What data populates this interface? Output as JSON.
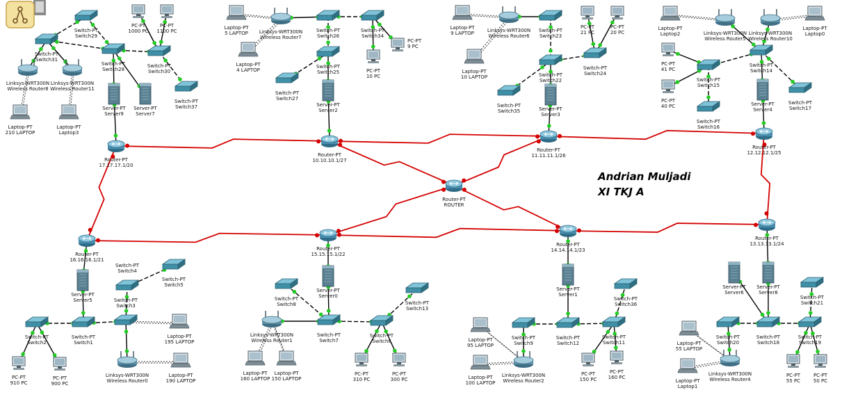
{
  "author": {
    "name": "Andrian Muljadi",
    "class": "XI TKJ A"
  },
  "nodes": [
    {
      "id": "s31",
      "type": "switch",
      "label": [
        "Switch-PT",
        "Switch31"
      ]
    },
    {
      "id": "s29",
      "type": "switch",
      "label": [
        "Switch-PT",
        "Switch29"
      ]
    },
    {
      "id": "s28",
      "type": "switch",
      "label": [
        "Switch-PT",
        "Switch28"
      ]
    },
    {
      "id": "s30",
      "type": "switch",
      "label": [
        "Switch-PT",
        "Switch30"
      ]
    },
    {
      "id": "s37",
      "type": "switch",
      "label": [
        "Switch-PT",
        "Switch37"
      ]
    },
    {
      "id": "pc1000",
      "type": "pc",
      "label": [
        "PC-PT",
        "1000 PC"
      ]
    },
    {
      "id": "pc1100",
      "type": "pc",
      "label": [
        "PC-PT",
        "1100 PC"
      ]
    },
    {
      "id": "wr8",
      "type": "wrouter",
      "label": [
        "Linksys-WRT300N",
        "Wireless Router8"
      ]
    },
    {
      "id": "wr11",
      "type": "wrouter",
      "label": [
        "Linksys-WRT300N",
        "Wireless Router11"
      ]
    },
    {
      "id": "lap210",
      "type": "laptop",
      "label": [
        "Laptop-PT",
        "210 LAPTOP"
      ]
    },
    {
      "id": "lap3",
      "type": "laptop",
      "label": [
        "Laptop-PT",
        "Laptop3"
      ]
    },
    {
      "id": "srv9",
      "type": "server",
      "label": [
        "Server-PT",
        "Server9"
      ]
    },
    {
      "id": "srv7",
      "type": "server",
      "label": [
        "Server-PT",
        "Server7"
      ]
    },
    {
      "id": "r17",
      "type": "router",
      "label": [
        "Router-PT",
        "17.17.17.1/20"
      ]
    },
    {
      "id": "lap5",
      "type": "laptop",
      "label": [
        "Laptop-PT",
        "5 LAPTOP"
      ]
    },
    {
      "id": "wr7",
      "type": "wrouter",
      "label": [
        "Linksys-WRT300N",
        "Wireless Router7"
      ]
    },
    {
      "id": "lap4",
      "type": "laptop",
      "label": [
        "Laptop-PT",
        "4 LAPTOP"
      ]
    },
    {
      "id": "s26",
      "type": "switch",
      "label": [
        "Switch-PT",
        "Switch26"
      ]
    },
    {
      "id": "s34",
      "type": "switch",
      "label": [
        "Switch-PT",
        "Switch34"
      ]
    },
    {
      "id": "s25",
      "type": "switch",
      "label": [
        "Switch-PT",
        "Switch25"
      ]
    },
    {
      "id": "s27",
      "type": "switch",
      "label": [
        "Switch-PT",
        "Switch27"
      ]
    },
    {
      "id": "pc9",
      "type": "pc",
      "label": [
        "PC-PT",
        "9 PC"
      ]
    },
    {
      "id": "pc10",
      "type": "pc",
      "label": [
        "PC-PT",
        "10 PC"
      ]
    },
    {
      "id": "srv2",
      "type": "server",
      "label": [
        "Server-PT",
        "Server2"
      ]
    },
    {
      "id": "r10",
      "type": "router",
      "label": [
        "Router-PT",
        "10.10.10.1/27"
      ]
    },
    {
      "id": "lap9",
      "type": "laptop",
      "label": [
        "Laptop-PT",
        "9 LAPTOP"
      ]
    },
    {
      "id": "wr6",
      "type": "wrouter",
      "label": [
        "Linksys-WRT300N",
        "Wireless Router6"
      ]
    },
    {
      "id": "lap10",
      "type": "laptop",
      "label": [
        "Laptop-PT",
        "10 LAPTOP"
      ]
    },
    {
      "id": "s23",
      "type": "switch",
      "label": [
        "Switch-PT",
        "Switch23"
      ]
    },
    {
      "id": "pc21",
      "type": "pc",
      "label": [
        "PC-PT",
        "21 PC"
      ]
    },
    {
      "id": "pc20",
      "type": "pc",
      "label": [
        "PC-PT",
        "20 PC"
      ]
    },
    {
      "id": "s22",
      "type": "switch",
      "label": [
        "Switch-PT",
        "Switch22"
      ]
    },
    {
      "id": "s24",
      "type": "switch",
      "label": [
        "Switch-PT",
        "Switch24"
      ]
    },
    {
      "id": "s35",
      "type": "switch",
      "label": [
        "Switch-PT",
        "Switch35"
      ]
    },
    {
      "id": "srv3",
      "type": "server",
      "label": [
        "Server-PT",
        "Server3"
      ]
    },
    {
      "id": "r11",
      "type": "router",
      "label": [
        "Router-PT",
        "11.11.11.1/26"
      ]
    },
    {
      "id": "lap2",
      "type": "laptop",
      "label": [
        "Laptop-PT",
        "Laptop2"
      ]
    },
    {
      "id": "wr5",
      "type": "wrouter",
      "label": [
        "Linksys-WRT300N",
        "Wireless Router5"
      ]
    },
    {
      "id": "wr10",
      "type": "wrouter",
      "label": [
        "Linksys-WRT300N",
        "Wireless Router10"
      ]
    },
    {
      "id": "lap0",
      "type": "laptop",
      "label": [
        "Laptop-PT",
        "Laptop0"
      ]
    },
    {
      "id": "pc41",
      "type": "pc",
      "label": [
        "PC-PT",
        "41 PC"
      ]
    },
    {
      "id": "pc40",
      "type": "pc",
      "label": [
        "PC-PT",
        "40 PC"
      ]
    },
    {
      "id": "s15",
      "type": "switch",
      "label": [
        "Switch-PT",
        "Switch15"
      ]
    },
    {
      "id": "s14",
      "type": "switch",
      "label": [
        "Switch-PT",
        "Switch14"
      ]
    },
    {
      "id": "s16",
      "type": "switch",
      "label": [
        "Switch-PT",
        "Switch16"
      ]
    },
    {
      "id": "s17",
      "type": "switch",
      "label": [
        "Switch-PT",
        "Switch17"
      ]
    },
    {
      "id": "srv4",
      "type": "server",
      "label": [
        "Server-PT",
        "Server4"
      ]
    },
    {
      "id": "r12",
      "type": "router",
      "label": [
        "Router-PT",
        "12.12.12.1/25"
      ]
    },
    {
      "id": "rc",
      "type": "router",
      "label": [
        "Router-PT",
        "ROUTER"
      ]
    },
    {
      "id": "r16",
      "type": "router",
      "label": [
        "Router-PT",
        "16.16.16.1/21"
      ]
    },
    {
      "id": "srv5",
      "type": "server",
      "label": [
        "Server-PT",
        "Server5"
      ]
    },
    {
      "id": "s4",
      "type": "switch",
      "label": [
        "Switch-PT",
        "Switch4"
      ]
    },
    {
      "id": "s5",
      "type": "switch",
      "label": [
        "Switch-PT",
        "Switch5"
      ]
    },
    {
      "id": "s2",
      "type": "switch",
      "label": [
        "Switch-PT",
        "Switch2"
      ]
    },
    {
      "id": "s1",
      "type": "switch",
      "label": [
        "Switch-PT",
        "Switch1"
      ]
    },
    {
      "id": "s3",
      "type": "switch",
      "label": [
        "Switch-PT",
        "Switch3"
      ]
    },
    {
      "id": "lap195",
      "type": "laptop",
      "label": [
        "Laptop-PT",
        "195 LAPTOP"
      ]
    },
    {
      "id": "pc910",
      "type": "pc",
      "label": [
        "PC-PT",
        "910 PC"
      ]
    },
    {
      "id": "pc900",
      "type": "pc",
      "label": [
        "PC-PT",
        "900 PC"
      ]
    },
    {
      "id": "wr0",
      "type": "wrouter",
      "label": [
        "Linksys-WRT300N",
        "Wireless Router0"
      ]
    },
    {
      "id": "lap190",
      "type": "laptop",
      "label": [
        "Laptop-PT",
        "190 LAPTOP"
      ]
    },
    {
      "id": "r15",
      "type": "router",
      "label": [
        "Router-PT",
        "15.15.15.1/22"
      ]
    },
    {
      "id": "srv0",
      "type": "server",
      "label": [
        "Server-PT",
        "Server0"
      ]
    },
    {
      "id": "s8",
      "type": "switch",
      "label": [
        "Switch-PT",
        "Switch8"
      ]
    },
    {
      "id": "s13",
      "type": "switch",
      "label": [
        "Switch-PT",
        "Switch13"
      ]
    },
    {
      "id": "wr1",
      "type": "wrouter",
      "label": [
        "Linksys-WRT300N",
        "Wireless Router1"
      ]
    },
    {
      "id": "s7",
      "type": "switch",
      "label": [
        "Switch-PT",
        "Switch7"
      ]
    },
    {
      "id": "s6",
      "type": "switch",
      "label": [
        "Switch-PT",
        "Switch6"
      ]
    },
    {
      "id": "lap160",
      "type": "laptop",
      "label": [
        "Laptop-PT",
        "160 LAPTOP"
      ]
    },
    {
      "id": "lap150",
      "type": "laptop",
      "label": [
        "Laptop-PT",
        "150 LAPTOP"
      ]
    },
    {
      "id": "pc310",
      "type": "pc",
      "label": [
        "PC-PT",
        "310 PC"
      ]
    },
    {
      "id": "pc300",
      "type": "pc",
      "label": [
        "PC-PT",
        "300 PC"
      ]
    },
    {
      "id": "r14",
      "type": "router",
      "label": [
        "Router-PT",
        "14.14.14.1/23"
      ]
    },
    {
      "id": "srv1",
      "type": "server",
      "label": [
        "Server-PT",
        "Server1"
      ]
    },
    {
      "id": "s36",
      "type": "switch",
      "label": [
        "Switch-PT",
        "Switch36"
      ]
    },
    {
      "id": "lap95",
      "type": "laptop",
      "label": [
        "Laptop-PT",
        "95 LAPTOP"
      ]
    },
    {
      "id": "s9",
      "type": "switch",
      "label": [
        "Switch-PT",
        "Switch9"
      ]
    },
    {
      "id": "s12",
      "type": "switch",
      "label": [
        "Switch-PT",
        "Switch12"
      ]
    },
    {
      "id": "s11",
      "type": "switch",
      "label": [
        "Switch-PT",
        "Switch11"
      ]
    },
    {
      "id": "lap100",
      "type": "laptop",
      "label": [
        "Laptop-PT",
        "100 LAPTOP"
      ]
    },
    {
      "id": "wr2",
      "type": "wrouter",
      "label": [
        "Linksys-WRT300N",
        "Wireless Router2"
      ]
    },
    {
      "id": "pc150",
      "type": "pc",
      "label": [
        "PC-PT",
        "150 PC"
      ]
    },
    {
      "id": "pc160",
      "type": "pc",
      "label": [
        "PC-PT",
        "160 PC"
      ]
    },
    {
      "id": "r13",
      "type": "router",
      "label": [
        "Router-PT",
        "13.13.13.1/24"
      ]
    },
    {
      "id": "srv6",
      "type": "server",
      "label": [
        "Server-PT",
        "Server6"
      ]
    },
    {
      "id": "srv8",
      "type": "server",
      "label": [
        "Server-PT",
        "Server8"
      ]
    },
    {
      "id": "s21",
      "type": "switch",
      "label": [
        "Switch-PT",
        "Switch21"
      ]
    },
    {
      "id": "lap55",
      "type": "laptop",
      "label": [
        "Laptop-PT",
        "55 LAPTOP"
      ]
    },
    {
      "id": "s20",
      "type": "switch",
      "label": [
        "Switch-PT",
        "Switch20"
      ]
    },
    {
      "id": "s18",
      "type": "switch",
      "label": [
        "Switch-PT",
        "Switch18"
      ]
    },
    {
      "id": "s19",
      "type": "switch",
      "label": [
        "Switch-PT",
        "Switch19"
      ]
    },
    {
      "id": "lap1",
      "type": "laptop",
      "label": [
        "Laptop-PT",
        "Laptop1"
      ]
    },
    {
      "id": "wr4",
      "type": "wrouter",
      "label": [
        "Linksys-WRT300N",
        "Wireless Router4"
      ]
    },
    {
      "id": "pc55",
      "type": "pc",
      "label": [
        "PC-PT",
        "55 PC"
      ]
    },
    {
      "id": "pc50",
      "type": "pc",
      "label": [
        "PC-PT",
        "50 PC"
      ]
    }
  ],
  "links": [
    {
      "a": "r17",
      "b": "r10",
      "kind": "serial"
    },
    {
      "a": "r10",
      "b": "rc",
      "kind": "serial"
    },
    {
      "a": "r10",
      "b": "r11",
      "kind": "serial"
    },
    {
      "a": "rc",
      "b": "r11",
      "kind": "serial"
    },
    {
      "a": "r11",
      "b": "r12",
      "kind": "serial"
    },
    {
      "a": "r17",
      "b": "r16",
      "kind": "serial"
    },
    {
      "a": "r16",
      "b": "r15",
      "kind": "serial"
    },
    {
      "a": "rc",
      "b": "r15",
      "kind": "serial"
    },
    {
      "a": "rc",
      "b": "r14",
      "kind": "serial"
    },
    {
      "a": "r15",
      "b": "r14",
      "kind": "serial"
    },
    {
      "a": "r14",
      "b": "r13",
      "kind": "serial"
    },
    {
      "a": "r12",
      "b": "r13",
      "kind": "serial"
    },
    {
      "a": "s31",
      "b": "s29",
      "kind": "cross"
    },
    {
      "a": "s29",
      "b": "s28",
      "kind": "cross"
    },
    {
      "a": "s31",
      "b": "wr8",
      "kind": "copper"
    },
    {
      "a": "s31",
      "b": "wr11",
      "kind": "copper"
    },
    {
      "a": "s31",
      "b": "s28",
      "kind": "cross"
    },
    {
      "a": "s28",
      "b": "s30",
      "kind": "cross"
    },
    {
      "a": "s30",
      "b": "pc1000",
      "kind": "copper"
    },
    {
      "a": "s30",
      "b": "pc1100",
      "kind": "copper"
    },
    {
      "a": "s30",
      "b": "s37",
      "kind": "cross"
    },
    {
      "a": "s28",
      "b": "srv9",
      "kind": "copper"
    },
    {
      "a": "s28",
      "b": "srv7",
      "kind": "copper"
    },
    {
      "a": "srv9",
      "b": "r17",
      "kind": "copper"
    },
    {
      "a": "wr8",
      "b": "lap210",
      "kind": "wireless"
    },
    {
      "a": "wr11",
      "b": "lap3",
      "kind": "wireless"
    },
    {
      "a": "lap5",
      "b": "wr7",
      "kind": "wireless"
    },
    {
      "a": "lap4",
      "b": "wr7",
      "kind": "wireless"
    },
    {
      "a": "wr7",
      "b": "s26",
      "kind": "copper"
    },
    {
      "a": "s26",
      "b": "s34",
      "kind": "cross"
    },
    {
      "a": "s26",
      "b": "s25",
      "kind": "cross"
    },
    {
      "a": "s34",
      "b": "pc9",
      "kind": "copper"
    },
    {
      "a": "s34",
      "b": "pc10",
      "kind": "copper"
    },
    {
      "a": "s25",
      "b": "s27",
      "kind": "cross"
    },
    {
      "a": "s25",
      "b": "srv2",
      "kind": "copper"
    },
    {
      "a": "srv2",
      "b": "r10",
      "kind": "copper"
    },
    {
      "a": "lap9",
      "b": "wr6",
      "kind": "wireless"
    },
    {
      "a": "lap10",
      "b": "wr6",
      "kind": "wireless"
    },
    {
      "a": "wr6",
      "b": "s23",
      "kind": "copper"
    },
    {
      "a": "s23",
      "b": "s22",
      "kind": "cross"
    },
    {
      "a": "s22",
      "b": "s24",
      "kind": "cross"
    },
    {
      "a": "s24",
      "b": "pc21",
      "kind": "copper"
    },
    {
      "a": "s24",
      "b": "pc20",
      "kind": "copper"
    },
    {
      "a": "s22",
      "b": "s35",
      "kind": "cross"
    },
    {
      "a": "s22",
      "b": "srv3",
      "kind": "copper"
    },
    {
      "a": "srv3",
      "b": "r11",
      "kind": "copper"
    },
    {
      "a": "lap2",
      "b": "wr5",
      "kind": "wireless"
    },
    {
      "a": "lap0",
      "b": "wr10",
      "kind": "wireless"
    },
    {
      "a": "wr5",
      "b": "s14",
      "kind": "copper"
    },
    {
      "a": "wr10",
      "b": "s14",
      "kind": "copper"
    },
    {
      "a": "s14",
      "b": "s15",
      "kind": "cross"
    },
    {
      "a": "s15",
      "b": "pc41",
      "kind": "copper"
    },
    {
      "a": "s15",
      "b": "pc40",
      "kind": "copper"
    },
    {
      "a": "s15",
      "b": "s16",
      "kind": "cross"
    },
    {
      "a": "s14",
      "b": "s17",
      "kind": "cross"
    },
    {
      "a": "s14",
      "b": "srv4",
      "kind": "copper"
    },
    {
      "a": "srv4",
      "b": "r12",
      "kind": "copper"
    },
    {
      "a": "r16",
      "b": "srv5",
      "kind": "copper"
    },
    {
      "a": "srv5",
      "b": "s1",
      "kind": "copper"
    },
    {
      "a": "s1",
      "b": "s2",
      "kind": "cross"
    },
    {
      "a": "s1",
      "b": "s3",
      "kind": "cross"
    },
    {
      "a": "s3",
      "b": "s4",
      "kind": "cross"
    },
    {
      "a": "s4",
      "b": "s5",
      "kind": "cross"
    },
    {
      "a": "s3",
      "b": "lap195",
      "kind": "wireless"
    },
    {
      "a": "s2",
      "b": "pc910",
      "kind": "copper"
    },
    {
      "a": "s2",
      "b": "pc900",
      "kind": "copper"
    },
    {
      "a": "s3",
      "b": "wr0",
      "kind": "copper"
    },
    {
      "a": "wr0",
      "b": "lap190",
      "kind": "wireless"
    },
    {
      "a": "r15",
      "b": "srv0",
      "kind": "copper"
    },
    {
      "a": "srv0",
      "b": "s7",
      "kind": "copper"
    },
    {
      "a": "s8",
      "b": "s7",
      "kind": "cross"
    },
    {
      "a": "s7",
      "b": "s6",
      "kind": "cross"
    },
    {
      "a": "s6",
      "b": "s13",
      "kind": "cross"
    },
    {
      "a": "s7",
      "b": "wr1",
      "kind": "copper"
    },
    {
      "a": "wr1",
      "b": "lap160",
      "kind": "wireless"
    },
    {
      "a": "wr1",
      "b": "lap150",
      "kind": "wireless"
    },
    {
      "a": "s6",
      "b": "pc310",
      "kind": "copper"
    },
    {
      "a": "s6",
      "b": "pc300",
      "kind": "copper"
    },
    {
      "a": "r14",
      "b": "srv1",
      "kind": "copper"
    },
    {
      "a": "srv1",
      "b": "s12",
      "kind": "copper"
    },
    {
      "a": "s9",
      "b": "s12",
      "kind": "cross"
    },
    {
      "a": "s12",
      "b": "s11",
      "kind": "cross"
    },
    {
      "a": "s11",
      "b": "s36",
      "kind": "cross"
    },
    {
      "a": "s9",
      "b": "wr2",
      "kind": "copper"
    },
    {
      "a": "lap95",
      "b": "wr2",
      "kind": "wireless"
    },
    {
      "a": "lap100",
      "b": "wr2",
      "kind": "wireless"
    },
    {
      "a": "s11",
      "b": "pc150",
      "kind": "copper"
    },
    {
      "a": "s11",
      "b": "pc160",
      "kind": "copper"
    },
    {
      "a": "r13",
      "b": "srv8",
      "kind": "copper"
    },
    {
      "a": "srv8",
      "b": "s18",
      "kind": "copper"
    },
    {
      "a": "srv6",
      "b": "s18",
      "kind": "copper"
    },
    {
      "a": "s20",
      "b": "s18",
      "kind": "cross"
    },
    {
      "a": "s18",
      "b": "s19",
      "kind": "cross"
    },
    {
      "a": "s19",
      "b": "s21",
      "kind": "cross"
    },
    {
      "a": "s20",
      "b": "wr4",
      "kind": "copper"
    },
    {
      "a": "lap55",
      "b": "wr4",
      "kind": "wireless"
    },
    {
      "a": "lap1",
      "b": "wr4",
      "kind": "wireless"
    },
    {
      "a": "s19",
      "b": "pc55",
      "kind": "copper"
    },
    {
      "a": "s19",
      "b": "pc50",
      "kind": "copper"
    }
  ],
  "colors": {
    "serial": "#d40000",
    "copper": "#000000",
    "port_up": "#22cc22",
    "switch_fill": "#3f8fa6",
    "router_fill": "#4b8fb0",
    "server_fill": "#5a7f90",
    "background": "#ffffff"
  },
  "icons": {
    "app": "packet-tracer-logo-icon"
  }
}
